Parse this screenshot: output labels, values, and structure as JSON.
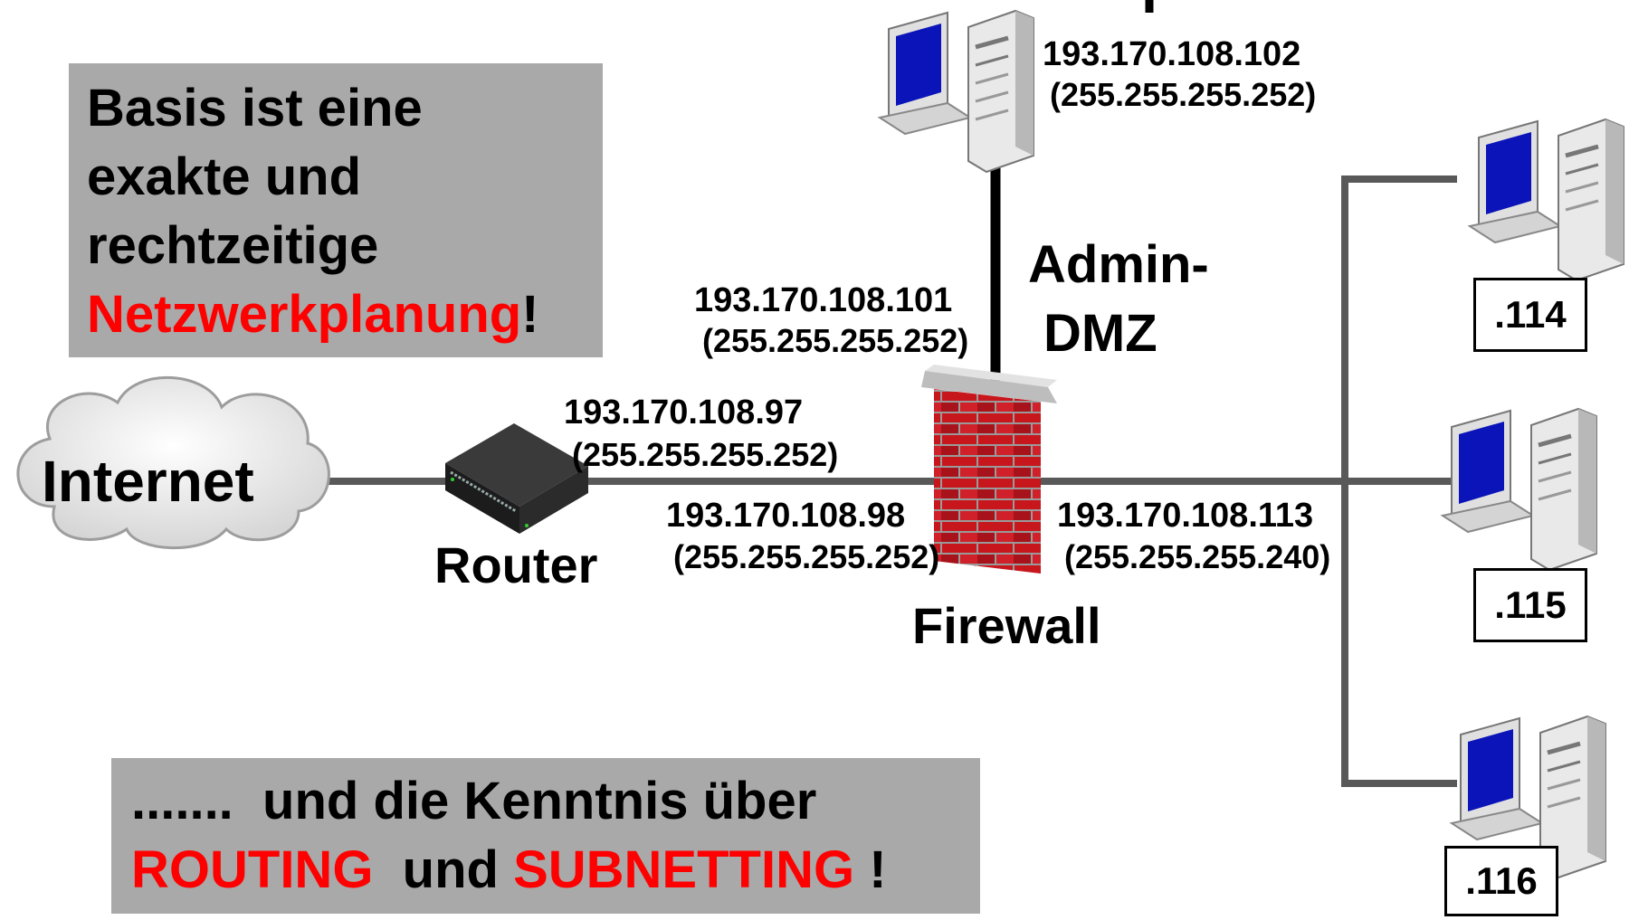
{
  "notes": {
    "top": {
      "line1": "Basis ist eine",
      "line2": "exakte und",
      "line3": "rechtzeitige",
      "highlight": "Netzwerkplanung",
      "end": "!"
    },
    "bottom": {
      "dots": ".......",
      "text1": "und die Kenntnis über",
      "routing": "ROUTING",
      "und": "und",
      "subnetting": "SUBNETTING",
      "end": "!"
    }
  },
  "nodes": {
    "internet": "Internet",
    "router": "Router",
    "firewall": "Firewall",
    "admin_dmz_line1": "Admin-",
    "admin_dmz_line2": "DMZ"
  },
  "addresses": {
    "router_out": {
      "ip": "193.170.108.97",
      "mask": "(255.255.255.252)"
    },
    "firewall_in": {
      "ip": "193.170.108.98",
      "mask": "(255.255.255.252)"
    },
    "firewall_dmz": {
      "ip": "193.170.108.101",
      "mask": "(255.255.255.252)"
    },
    "dmz_server": {
      "ip": "193.170.108.102",
      "mask": "(255.255.255.252)"
    },
    "firewall_lan": {
      "ip": "193.170.108.113",
      "mask": "(255.255.255.240)"
    }
  },
  "hosts": [
    ".114",
    ".115",
    ".116"
  ],
  "colors": {
    "accent": "#ff0000",
    "note_bg": "#a9a9a9",
    "line": "#595959",
    "brick": "#c8161d"
  }
}
